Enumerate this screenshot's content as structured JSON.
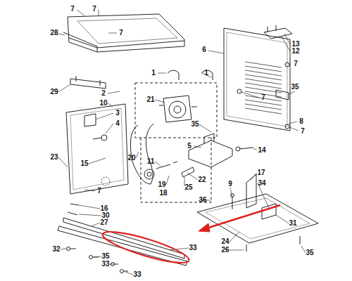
{
  "diagram": {
    "labels": [
      "7",
      "7",
      "28",
      "7",
      "13",
      "12",
      "6",
      "7",
      "1",
      "1",
      "35",
      "29",
      "2",
      "21",
      "10",
      "7",
      "3",
      "4",
      "35",
      "8",
      "7",
      "5",
      "14",
      "23",
      "20",
      "15",
      "11",
      "17",
      "22",
      "19",
      "25",
      "34",
      "18",
      "9",
      "7",
      "36",
      "16",
      "30",
      "27",
      "31",
      "24",
      "26",
      "35",
      "33",
      "32",
      "35",
      "33",
      "33"
    ]
  }
}
